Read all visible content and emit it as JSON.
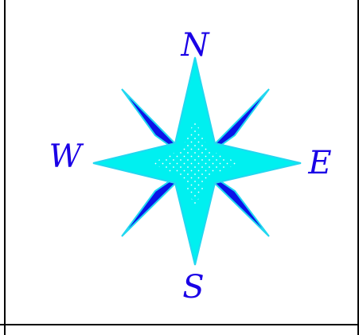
{
  "compass": {
    "labels": {
      "north": "N",
      "east": "E",
      "south": "S",
      "west": "W"
    }
  },
  "colors": {
    "label": "#1a00e6",
    "diagonal_points": "#0a14e8",
    "cardinal_star": "#00f0f0",
    "outline": "#22d8f0",
    "dots": "#ffffff",
    "background": "#ffffff",
    "rules": "#000000"
  }
}
